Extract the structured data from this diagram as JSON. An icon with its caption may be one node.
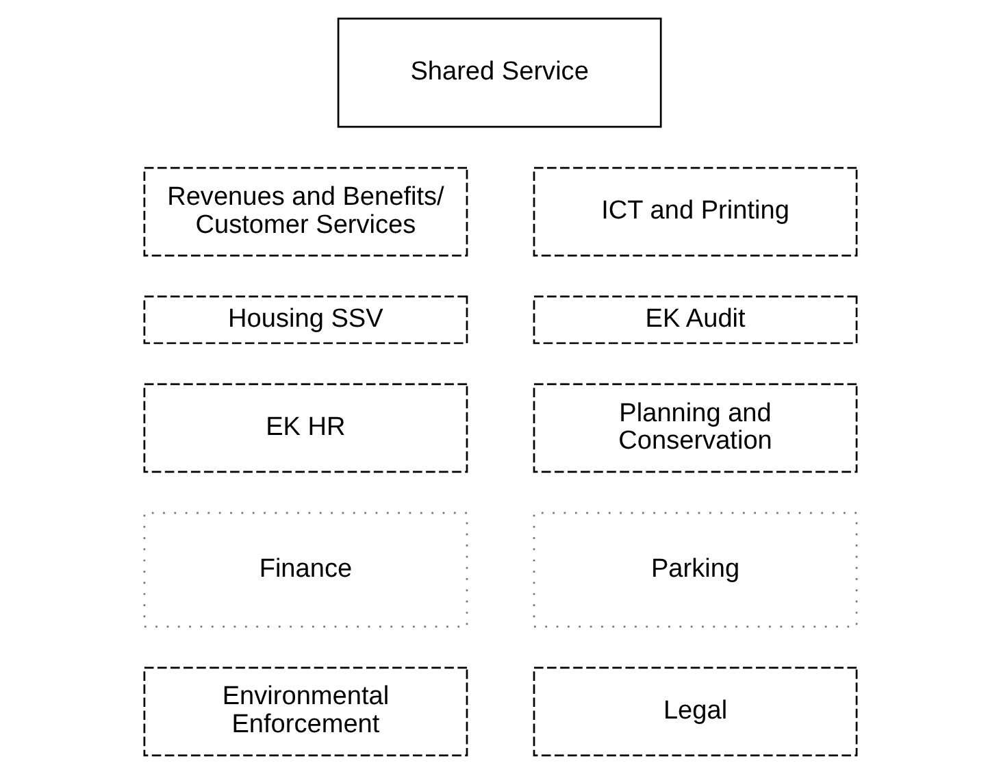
{
  "diagram": {
    "nodes": [
      {
        "text": [
          "Shared Service"
        ]
      },
      {
        "text": [
          "Revenues and Benefits/ Customer Services"
        ]
      },
      {
        "text": [
          "ICT and Printing"
        ]
      },
      {
        "text": [
          "Housing SSV"
        ]
      },
      {
        "text": [
          "EK Audit"
        ]
      },
      {
        "text": [
          "EK HR"
        ]
      },
      {
        "text": [
          "Planning and Conservation"
        ]
      },
      {
        "text": [
          "Finance"
        ]
      },
      {
        "text": [
          "Parking"
        ]
      },
      {
        "text": [
          "Environmental Enforcement"
        ]
      },
      {
        "text": [
          "Legal"
        ]
      }
    ]
  }
}
